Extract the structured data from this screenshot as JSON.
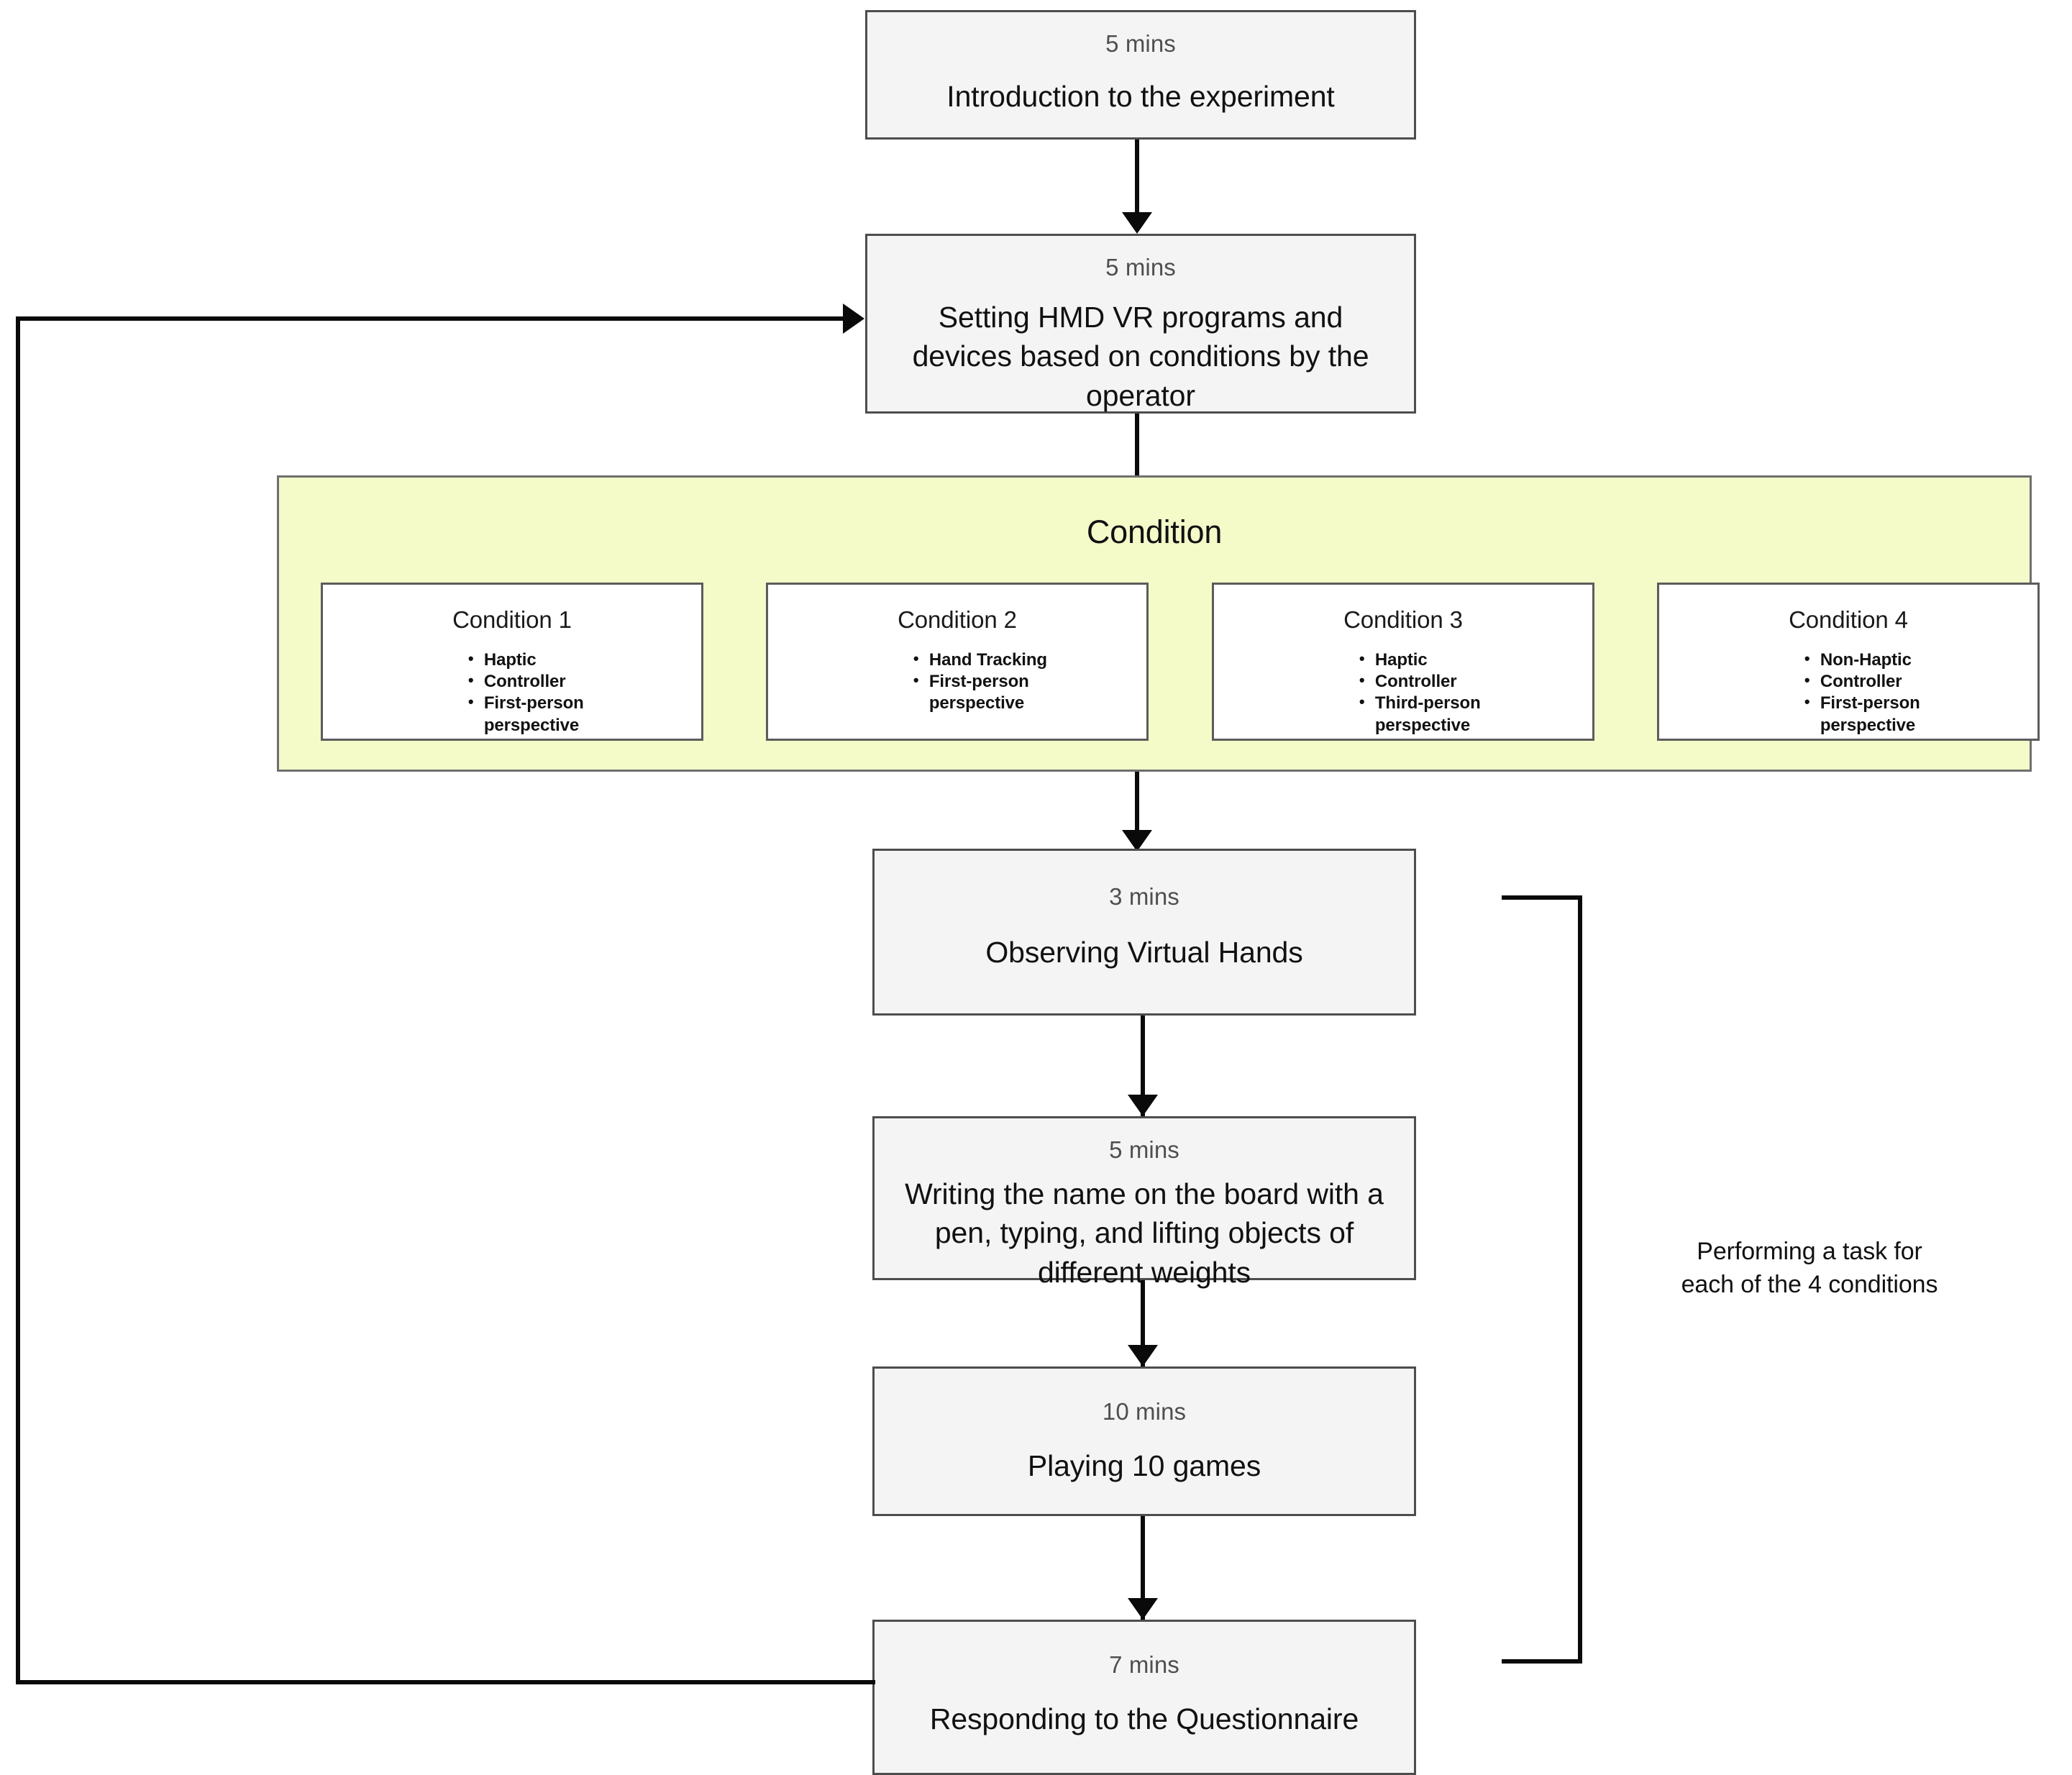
{
  "diagram": {
    "title": "VR Experiment Procedure Flowchart",
    "colors": {
      "box_fill": "#f4f4f4",
      "box_border": "#4d4d4d",
      "condition_group_fill": "#f4fac8",
      "condition_group_border": "#6f6f6f",
      "condition_card_fill": "#ffffff",
      "connector": "#0a0a0a",
      "duration_text": "#4f4f4f",
      "label_text": "#111111"
    },
    "steps": [
      {
        "duration": "5 mins",
        "label": "Introduction to the experiment"
      },
      {
        "duration": "5 mins",
        "label": "Setting HMD VR programs and devices based on conditions by the operator"
      },
      {
        "duration": "3 mins",
        "label": "Observing Virtual Hands"
      },
      {
        "duration": "5 mins",
        "label": "Writing the name on the board with a pen, typing, and lifting objects of different weights"
      },
      {
        "duration": "10 mins",
        "label": "Playing 10 games"
      },
      {
        "duration": "7 mins",
        "label": "Responding to the Questionnaire"
      }
    ],
    "condition_group": {
      "title": "Condition",
      "cards": [
        {
          "title": "Condition 1",
          "bullets": [
            "Haptic",
            "Controller",
            "First-person perspective"
          ]
        },
        {
          "title": "Condition 2",
          "bullets": [
            "Hand Tracking",
            "First-person perspective"
          ]
        },
        {
          "title": "Condition 3",
          "bullets": [
            "Haptic",
            "Controller",
            "Third-person perspective"
          ]
        },
        {
          "title": "Condition 4",
          "bullets": [
            "Non-Haptic",
            "Controller",
            "First-person perspective"
          ]
        }
      ]
    },
    "side_note": {
      "line1": "Performing a task for",
      "line2": "each of the 4 conditions"
    }
  }
}
